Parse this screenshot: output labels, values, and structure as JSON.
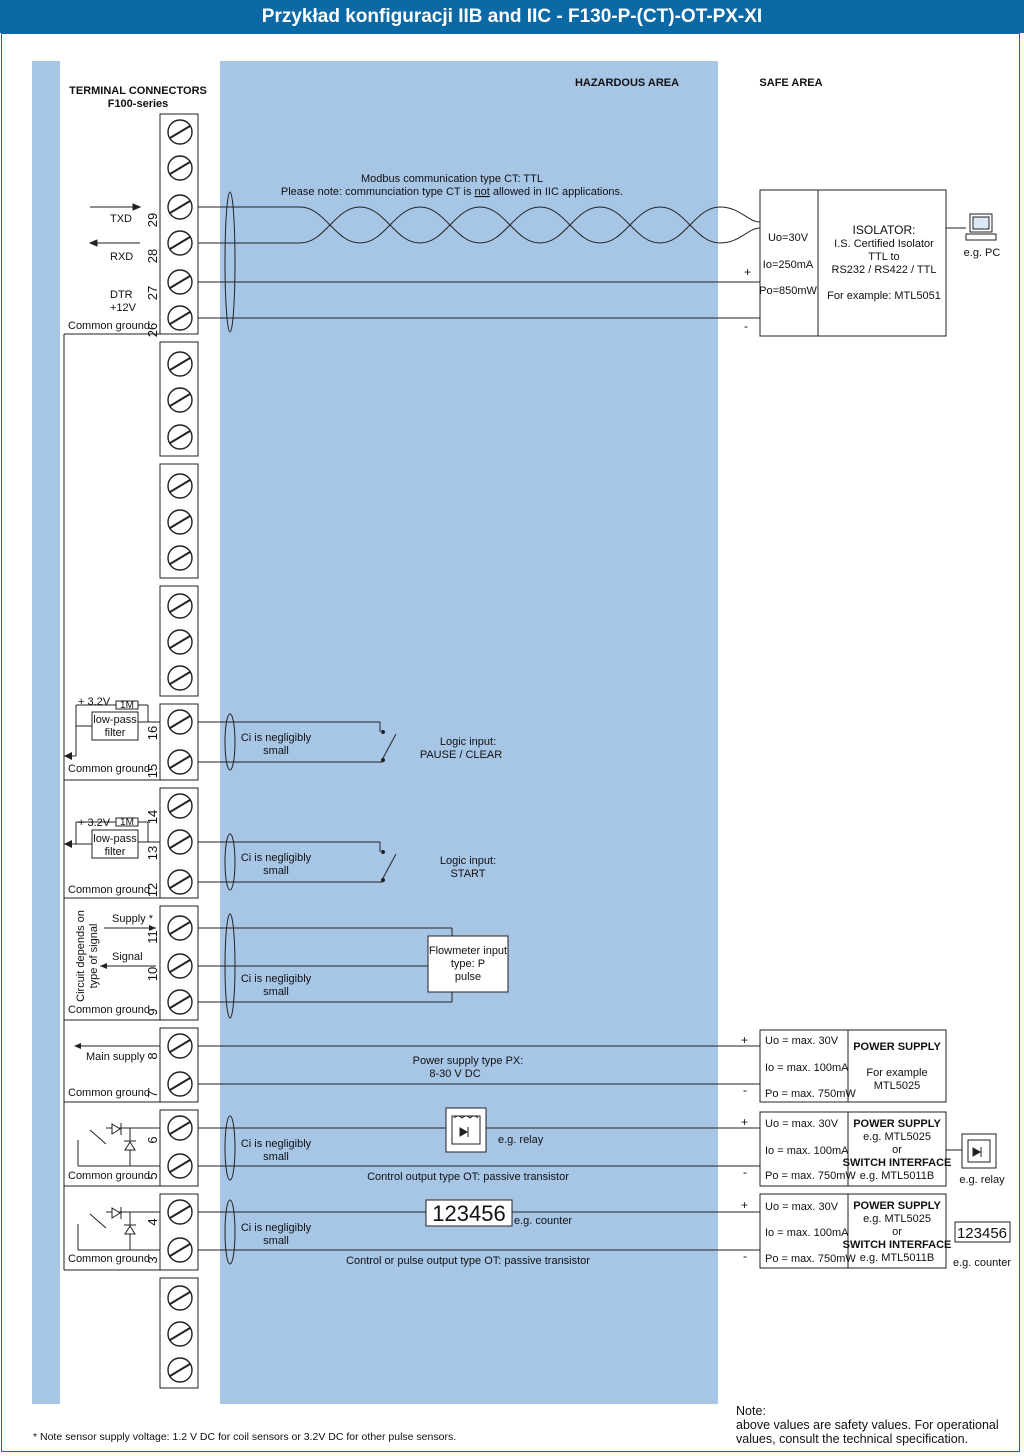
{
  "title": "Przykład konfiguracji  IIB and IIC - F130-P-(CT)-OT-PX-XI",
  "colors": {
    "title_bar": "#0b69a5",
    "hazardous_area": "#a7c6e6",
    "line": "#222222"
  },
  "headers": {
    "terminal_line1": "TERMINAL CONNECTORS",
    "terminal_line2": "F100-series",
    "hazardous": "HAZARDOUS AREA",
    "safe": "SAFE AREA"
  },
  "terminals": {
    "t29": "29",
    "t28": "28",
    "t27": "27",
    "t26": "26",
    "t16": "16",
    "t15": "15",
    "t14": "14",
    "t13": "13",
    "t12": "12",
    "t11": "11",
    "t10": "10",
    "t9": "9",
    "t8": "8",
    "t7": "7",
    "t6": "6",
    "t5": "5",
    "t4": "4",
    "t3": "3"
  },
  "labels": {
    "txd": "TXD",
    "rxd": "RXD",
    "dtr": "DTR",
    "p12v": "+12V",
    "common_ground": "Common ground",
    "v32": "+ 3.2V",
    "r1m": "1M",
    "lowpass1": "low-pass",
    "lowpass2": "filter",
    "circuit1": "Circuit depends on",
    "circuit2": "type of signal",
    "supply": "Supply *",
    "signal": "Signal",
    "main_supply": "Main supply",
    "plus": "+",
    "minus": "-"
  },
  "modbus": {
    "line1": "Modbus communication type CT: TTL",
    "line2_pre": "Please note: communciation type CT is ",
    "line2_not": "not",
    "line2_post": " allowed in IIC applications."
  },
  "isolator": {
    "uo": "Uo=30V",
    "io": "Io=250mA",
    "po": "Po=850mW",
    "title": "ISOLATOR:",
    "l1": "I.S. Certified Isolator",
    "l2": "TTL to",
    "l3": "RS232 / RS422 / TTL",
    "l4": "For example: MTL5051",
    "pc": "e.g. PC"
  },
  "ci1": "Ci is negligibly",
  "ci2": "small",
  "logic_pause1": "Logic input:",
  "logic_pause2": "PAUSE / CLEAR",
  "logic_start1": "Logic input:",
  "logic_start2": "START",
  "flow1": "Flowmeter input",
  "flow2": "type: P",
  "flow3": "pulse",
  "ps_label1": "Power supply  type PX:",
  "ps_label2": "8-30 V DC",
  "psbox": {
    "uo": "Uo = max. 30V",
    "io": "Io = max. 100mA",
    "po": "Po = max. 750mW",
    "title": "POWER SUPPLY",
    "ex1": "For example",
    "ex2": "MTL5025"
  },
  "relay_label": "e.g. relay",
  "ctrl_out": "Control output type OT: passive transistor",
  "counter_digits": "123456",
  "counter_label": "e.g. counter",
  "pulse_out": "Control or pulse output type OT: passive transistor",
  "swbox": {
    "title": "POWER SUPPLY",
    "l1": "e.g. MTL5025",
    "l2": "or",
    "l3": "SWITCH INTERFACE",
    "l4": "e.g. MTL5011B"
  },
  "footnote": "* Note sensor supply voltage: 1.2 V DC for coil sensors or 3.2V DC for other pulse sensors.",
  "note1": "Note:",
  "note2": "above values are safety values. For operational",
  "note3": "values, consult the technical specification."
}
